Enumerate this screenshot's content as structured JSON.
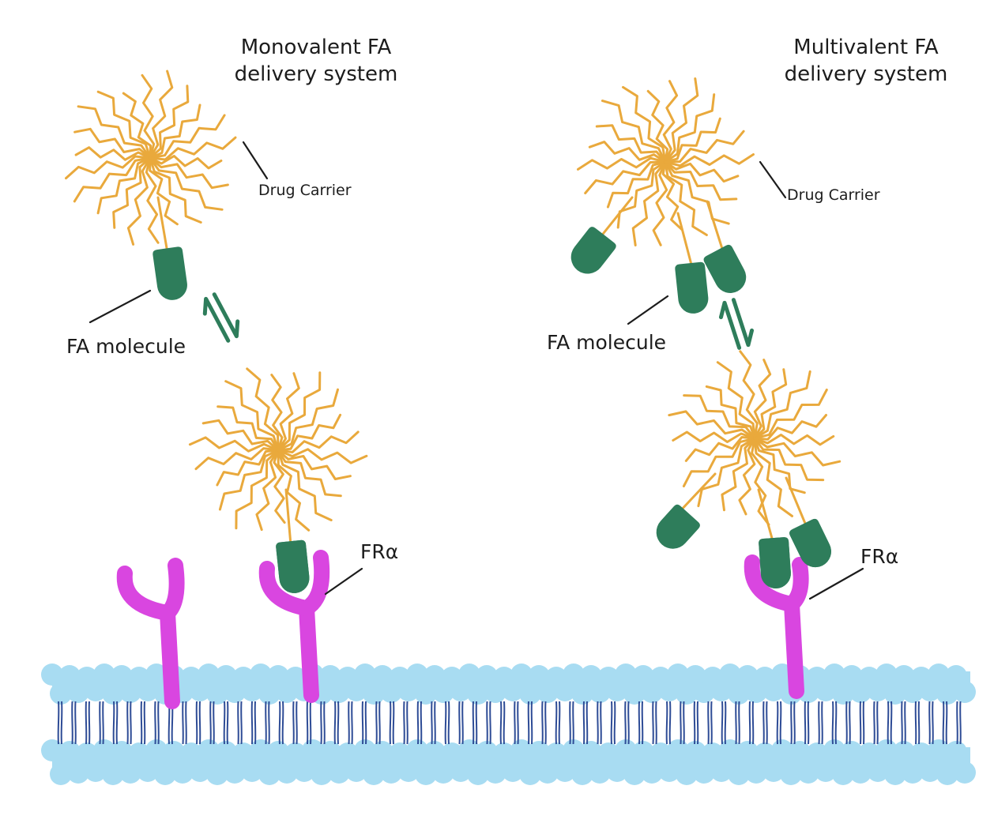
{
  "left_panel": {
    "title": "Monovalent FA delivery system",
    "title_line1": "Monovalent FA",
    "title_line2": "delivery system",
    "carrier_label": "Drug Carrier",
    "fa_label": "FA molecule",
    "receptor_label": "FRα"
  },
  "right_panel": {
    "title": "Multivalent FA delivery system",
    "title_line1": "Multivalent FA",
    "title_line2": "delivery system",
    "carrier_label": "Drug Carrier",
    "fa_label": "FA molecule",
    "receptor_label": "FRα"
  },
  "colors": {
    "carrier_strand": "#E9A93C",
    "fa_molecule": "#2E7D5B",
    "receptor": "#D946E0",
    "membrane": "#A8DCF2",
    "lipid_tail": "#2E4C96",
    "equilibrium_arrow": "#2E7D5B"
  },
  "icons": {
    "drug_carrier": "drug-carrier-icon",
    "fa_molecule": "fa-molecule-icon",
    "receptor": "folate-receptor-icon",
    "equilibrium": "equilibrium-arrows-icon",
    "membrane": "lipid-bilayer-icon"
  }
}
